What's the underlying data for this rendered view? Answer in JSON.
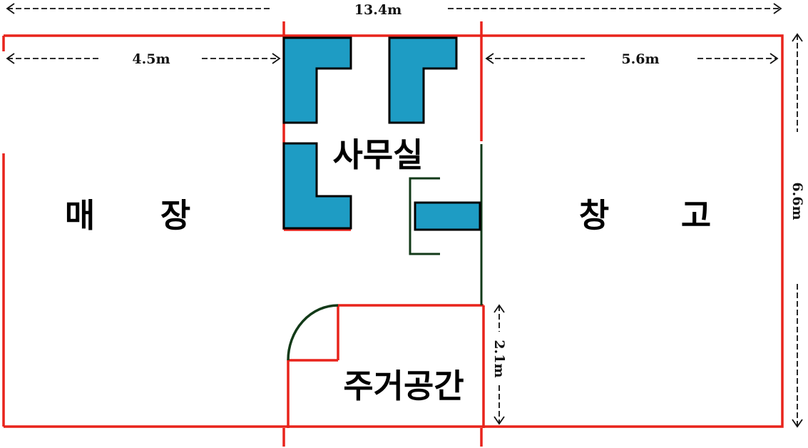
{
  "colors": {
    "wall": "#e8231b",
    "desk": "#1e9cc4",
    "partition": "#123a18",
    "dimension": "#111111"
  },
  "dimensions": {
    "total_width": "13.4m",
    "sales_width": "4.5m",
    "storage_width": "5.6m",
    "height": "6.6m",
    "living_height": "2.1m"
  },
  "rooms": {
    "sales_1": "매",
    "sales_2": "장",
    "office": "사무실",
    "storage_1": "창",
    "storage_2": "고",
    "living": "주거공간"
  }
}
